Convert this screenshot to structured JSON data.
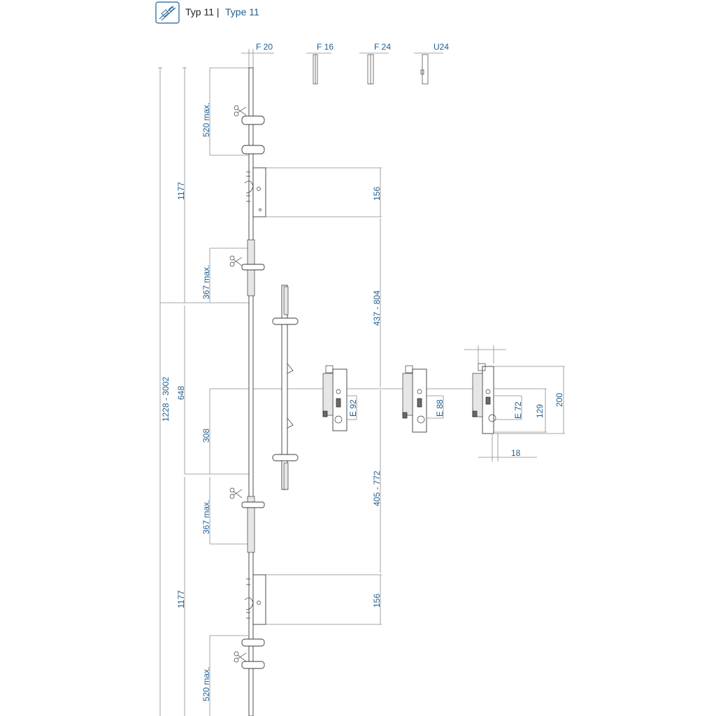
{
  "header": {
    "icon": "lock-type-icon",
    "typ_label": "Typ 11 |",
    "type_label": "Type 11"
  },
  "faceplates": {
    "f20": "F 20",
    "f16": "F 16",
    "f24": "F 24",
    "u24": "U24"
  },
  "dimensions": {
    "top_520": "520 max.",
    "top_1177": "1177",
    "top_156": "156",
    "top_367": "367 max.",
    "upper_range": "437 - 804",
    "total_range": "1228 - 3002",
    "dim_648": "648",
    "dim_308": "308",
    "lower_range": "405 - 772",
    "bottom_367": "367 max.",
    "bottom_1177": "1177",
    "bottom_156": "156",
    "bottom_520": "520 max.",
    "e92": "E 92",
    "e88": "E 88",
    "e72": "E 72",
    "dim_129": "129",
    "dim_200": "200",
    "dim_18": "18"
  },
  "icons": {
    "cut_marks": [
      "scissors-icon",
      "scissors-icon",
      "scissors-icon",
      "scissors-icon"
    ]
  },
  "colors": {
    "dimension_text": "#1f5f93",
    "line": "#8a8a8a",
    "outline": "#3a3a3a"
  }
}
